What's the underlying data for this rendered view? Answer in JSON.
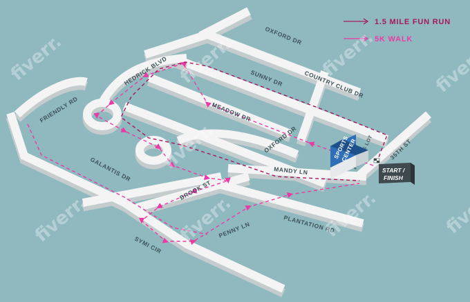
{
  "legend": {
    "fun_run_label": "1.5 MILE FUN RUN",
    "walk_label": "5K WALK",
    "fun_run_color": "#a3185e",
    "walk_color": "#ea3aa6"
  },
  "streets": {
    "oxford_dr": "OXFORD DR",
    "country_club_dr": "COUNTRY CLUB DR",
    "sunny_dr": "SUNNY DR",
    "hedrick_blvd": "HEDRICK BLVD",
    "meadow_dr": "MEADOW DR",
    "friendly_rd": "FRIENDLY RD",
    "oxford_dr_lower": "OXFORD DR",
    "galantis_dr": "GALANTIS DR",
    "brook_st": "BROOK ST",
    "mandy_ln": "MANDY LN",
    "plantation_rd": "PLANTATION RD",
    "penny_ln": "PENNY LN",
    "symi_cir": "SYMI CIR",
    "parking_lot": "PARKING LOT",
    "street_35th": "35TH ST"
  },
  "landmarks": {
    "building_line1": "SPORTS",
    "building_line2": "CENTER",
    "start_line1": "START /",
    "start_line2": "FINISH"
  },
  "watermark": "fiverr.",
  "colors": {
    "background": "#8fb9bf",
    "road": "#f4f4f4",
    "building": "#2f6fb8",
    "badge": "#3f4a4e"
  }
}
